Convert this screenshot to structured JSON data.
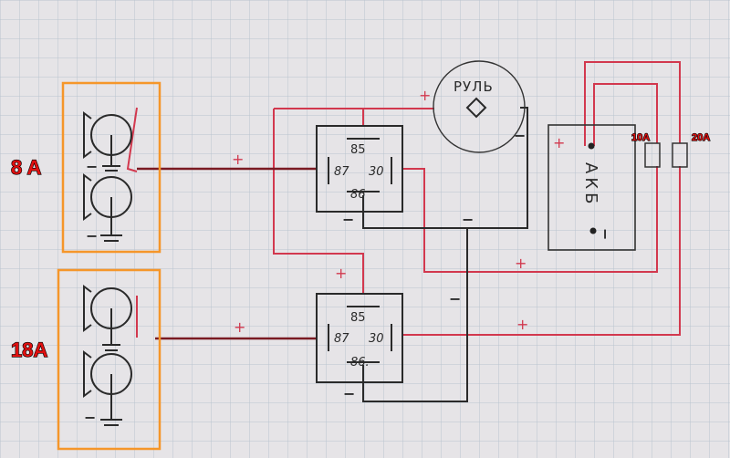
{
  "horn_groups": [
    {
      "current_label": "8 A"
    },
    {
      "current_label": "18A"
    }
  ],
  "relays": [
    {
      "pins": {
        "p85": "85",
        "p87": "87",
        "p30": "30",
        "p86": "86"
      }
    },
    {
      "pins": {
        "p85": "85",
        "p87": "87",
        "p30": "30",
        "p86": "86."
      }
    }
  ],
  "steering_wheel": {
    "label": "РУЛЬ"
  },
  "battery": {
    "label": "АКБ",
    "plus": "+",
    "minus": "−"
  },
  "fuses": [
    {
      "label": "10A"
    },
    {
      "label": "20A"
    }
  ],
  "signs": {
    "plus": "+",
    "minus": "−"
  },
  "colors": {
    "positive_wire": "#d2384e",
    "horn_wire": "#7a1a22",
    "ground_wire": "#2a2a2a",
    "highlight_box": "#f5962a",
    "amp_label": "#e01010"
  }
}
